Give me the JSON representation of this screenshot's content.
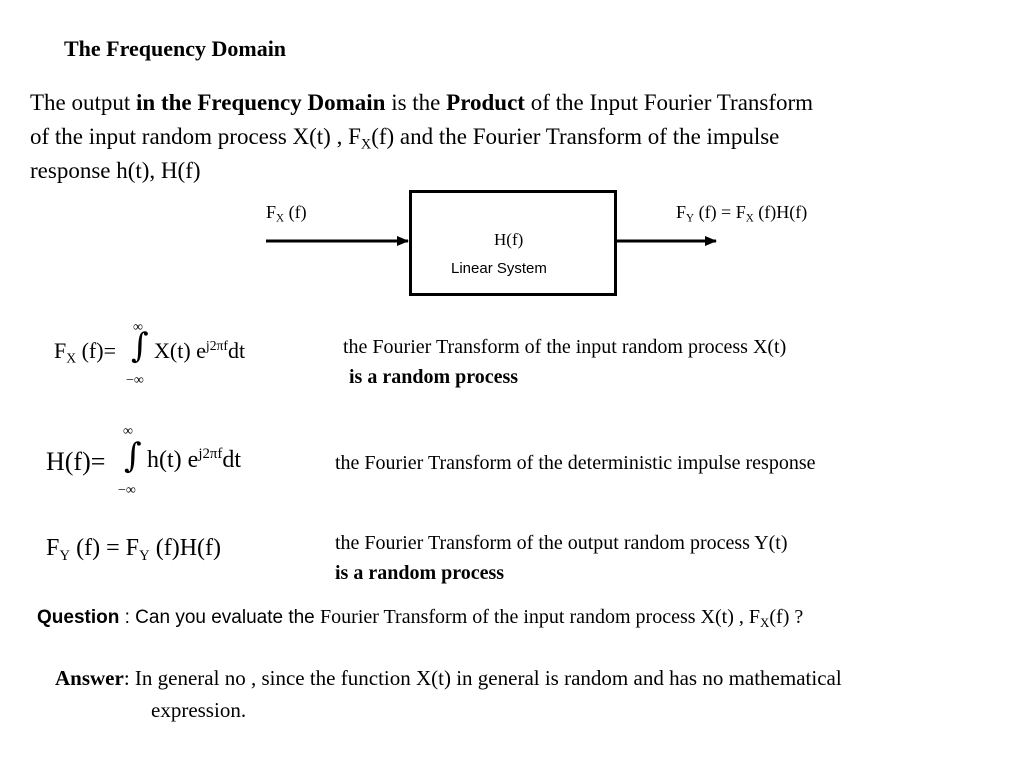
{
  "title": "The Frequency Domain",
  "intro": {
    "p1": "The output ",
    "p2": "in the Frequency Domain",
    "p3": " is the ",
    "p4": "Product",
    "p5": " of the Input Fourier Transform",
    "l2a": "of the input  random process X(t) , F",
    "l2sub": "X",
    "l2b": "(f) and the  Fourier Transform of  the impulse",
    "l3": "response h(t), H(f)"
  },
  "diagram": {
    "in_F": "F",
    "in_sub": "X",
    "in_rest": " (f)",
    "box_top": "H(f)",
    "box_bottom": "Linear System",
    "out_F": "F",
    "out_sub1": "Y",
    "out_mid": " (f) = F",
    "out_sub2": "X",
    "out_rest": " (f)H(f)"
  },
  "eq1": {
    "F": "F",
    "sub": "X",
    "after": " (f)=",
    "integral": "∫",
    "upper": "∞",
    "lower": "−∞",
    "body": "X(t) e",
    "exp": "j2πf",
    "dt": "dt",
    "desc_line1": "the  Fourier Transform of the input  random process  X(t)",
    "desc_line2": "is a random process"
  },
  "eq2": {
    "lhs": "H(f)=",
    "integral": "∫",
    "upper": "∞",
    "lower": "−∞",
    "body": "h(t) e",
    "exp": "j2πf",
    "dt": "dt",
    "desc": "the  Fourier Transform of the deterministic impulse response"
  },
  "eq3": {
    "F1": "F",
    "sub1": "Y",
    "mid": " (f) = F",
    "sub2": "Y",
    "rest": " (f)H(f)",
    "desc_line1": "the  Fourier Transform of the output  random   process  Y(t)",
    "desc_line2": "is a random process"
  },
  "question": {
    "label": "Question",
    "sans_part": " : Can you evaluate the ",
    "serif_part": " Fourier Transform of the input  random process  X(t) , F",
    "sub": "X",
    "end": "(f) ?"
  },
  "answer": {
    "label": "Answer",
    "line1": ": In general no , since the function X(t) in general is random and has no mathematical",
    "line2": "expression."
  }
}
